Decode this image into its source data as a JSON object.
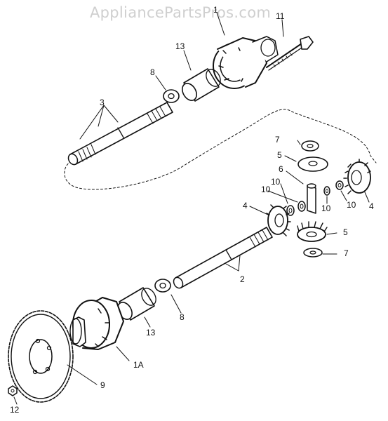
{
  "watermark": "AppliancePartsPros.com",
  "callouts": {
    "c1": "1",
    "c11": "11",
    "c13_top": "13",
    "c8_top": "8",
    "c3": "3",
    "c7_top": "7",
    "c5_top": "5",
    "c6": "6",
    "c10_a": "10",
    "c10_b": "10",
    "c10_c": "10",
    "c10_d": "10",
    "c4_right": "4",
    "c4_left": "4",
    "c5_bottom": "5",
    "c7_bottom": "7",
    "c2": "2",
    "c8_bottom": "8",
    "c13_bottom": "13",
    "c1A": "1A",
    "c9": "9",
    "c12": "12"
  },
  "colors": {
    "ink": "#111111",
    "watermark": "#cfcfcf",
    "background": "#ffffff"
  }
}
